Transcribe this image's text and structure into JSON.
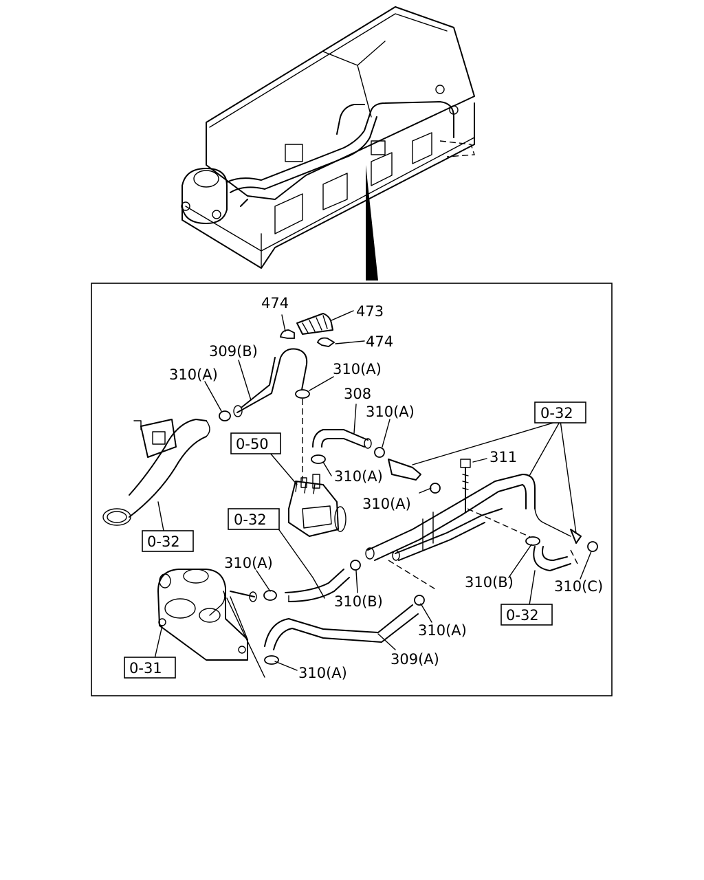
{
  "labels": {
    "p474_top": "474",
    "p473": "473",
    "p474_right": "474",
    "p309b": "309(B)",
    "p310a_1": "310(A)",
    "p310a_2": "310(A)",
    "p308": "308",
    "p310a_3": "310(A)",
    "p311": "311",
    "p310a_4": "310(A)",
    "p310a_5": "310(A)",
    "p310a_6": "310(A)",
    "p310b_1": "310(B)",
    "p310b_2": "310(B)",
    "p310c": "310(C)",
    "p310a_7": "310(A)",
    "p309a": "309(A)",
    "p310a_8": "310(A)"
  },
  "ref_boxes": {
    "r050": "0-50",
    "r032_right": "0-32",
    "r032_left": "0-32",
    "r032_mid": "0-32",
    "r032_lower": "0-32",
    "r031": "0-31"
  }
}
